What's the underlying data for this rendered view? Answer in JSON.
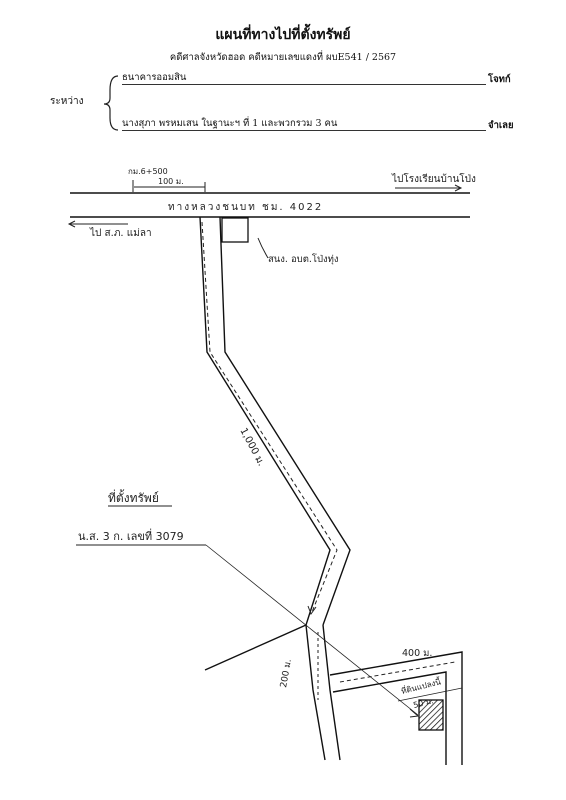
{
  "header": {
    "title": "แผนที่ทางไปที่ตั้งทรัพย์",
    "court_line": "คดีศาลจังหวัดฮอด   คดีหมายเลขแดงที่  ผบE541 / 2567"
  },
  "parties": {
    "between_label": "ระหว่าง",
    "plaintiff": {
      "name": "ธนาคารออมสิน",
      "role": "โจทก์"
    },
    "defendant": {
      "name": "นางสุภา  พรหมเสน ในฐานะฯ ที่ 1  และพวกรวม 3 คน",
      "role": "จำเลย"
    }
  },
  "map": {
    "km_marker": "กม.6+500",
    "km_marker_dist": "100 ม.",
    "to_village": "ไปโรงเรียนบ้านโป่ง",
    "highway": "ทางหลวงชนบท   ชม. 4022",
    "to_district": "ไป  ส.ภ. แม่ลา",
    "office": "สนง. อบต.โป่งทุ่ง",
    "dist_road": "1,000 ม.",
    "property_label": "ที่ตั้งทรัพย์",
    "deed_label": "น.ส. 3 ก.  เลขที่  3079",
    "dist_200": "200 ม.",
    "dist_400": "400 ม.",
    "dist_50": "50 ม.",
    "parcel_label": "ที่ดินแปลงนี้"
  }
}
